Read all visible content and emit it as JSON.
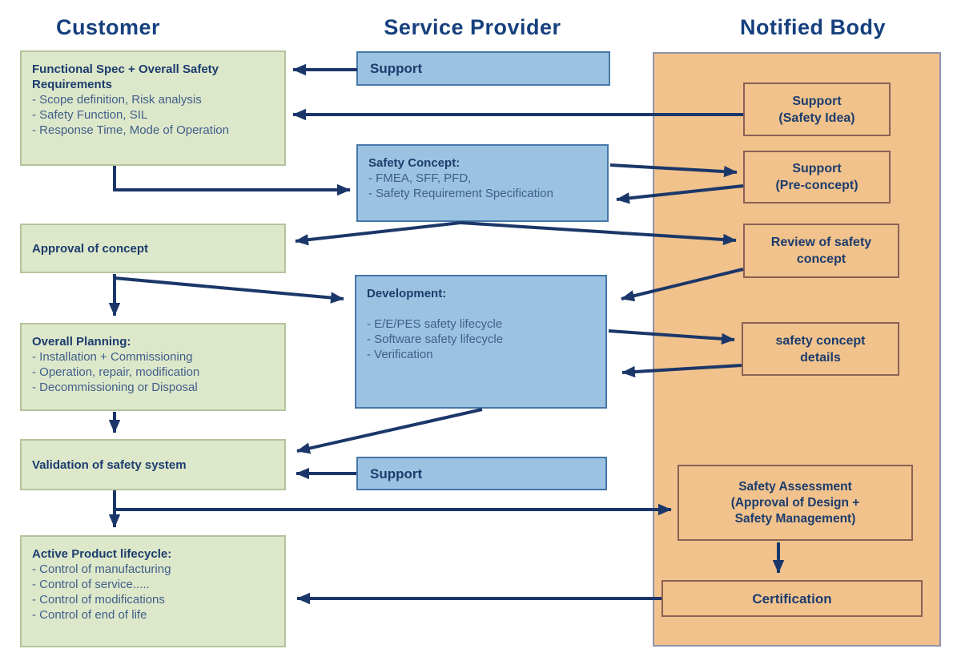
{
  "headers": {
    "customer": "Customer",
    "service_provider": "Service Provider",
    "notified_body": "Notified Body"
  },
  "customer": {
    "functional_spec": {
      "title": "Functional Spec + Overall Safety Requirements",
      "items": [
        "- Scope definition, Risk analysis",
        "- Safety Function, SIL",
        "- Response Time, Mode of Operation"
      ]
    },
    "approval": {
      "title": "Approval of concept"
    },
    "overall_planning": {
      "title": "Overall Planning:",
      "items": [
        "- Installation + Commissioning",
        "- Operation, repair, modification",
        "- Decommissioning or Disposal"
      ]
    },
    "validation": {
      "title": "Validation of safety system"
    },
    "active_product": {
      "title": "Active Product lifecycle:",
      "items": [
        "- Control of manufacturing",
        "- Control of service.....",
        "- Control of modifications",
        "- Control of end of life"
      ]
    }
  },
  "service_provider": {
    "support_top": {
      "title": "Support"
    },
    "safety_concept": {
      "title": "Safety Concept:",
      "items": [
        "- FMEA, SFF, PFD,",
        "- Safety Requirement Specification"
      ]
    },
    "development": {
      "title": "Development:",
      "items": [
        "- E/E/PES safety lifecycle",
        "- Software safety lifecycle",
        "- Verification"
      ]
    },
    "support_bottom": {
      "title": "Support"
    }
  },
  "notified_body": {
    "support_safety_idea": {
      "line1": "Support",
      "line2": "(Safety Idea)"
    },
    "support_pre_concept": {
      "line1": "Support",
      "line2": "(Pre-concept)"
    },
    "review_safety_concept": {
      "line1": "Review of safety",
      "line2": "concept"
    },
    "safety_concept_details": {
      "line1": "safety concept",
      "line2": "details"
    },
    "safety_assessment": {
      "line1": "Safety Assessment",
      "line2": "(Approval of Design +",
      "line3": "Safety Management)"
    },
    "certification": {
      "line1": "Certification"
    }
  },
  "colors": {
    "arrow": "#1b3769",
    "customer_box_fill": "#dde8ca",
    "customer_box_border": "#b4c49c",
    "service_box_fill": "#9bc3e1",
    "service_box_border": "#4677a9",
    "notified_panel_fill": "#f1c28c",
    "notified_panel_border": "#9193ab",
    "notified_box_border": "#8a6155",
    "title_text": "#1c3c6d",
    "bullet_text": "#3f5e8a",
    "header_text": "#16407e"
  }
}
